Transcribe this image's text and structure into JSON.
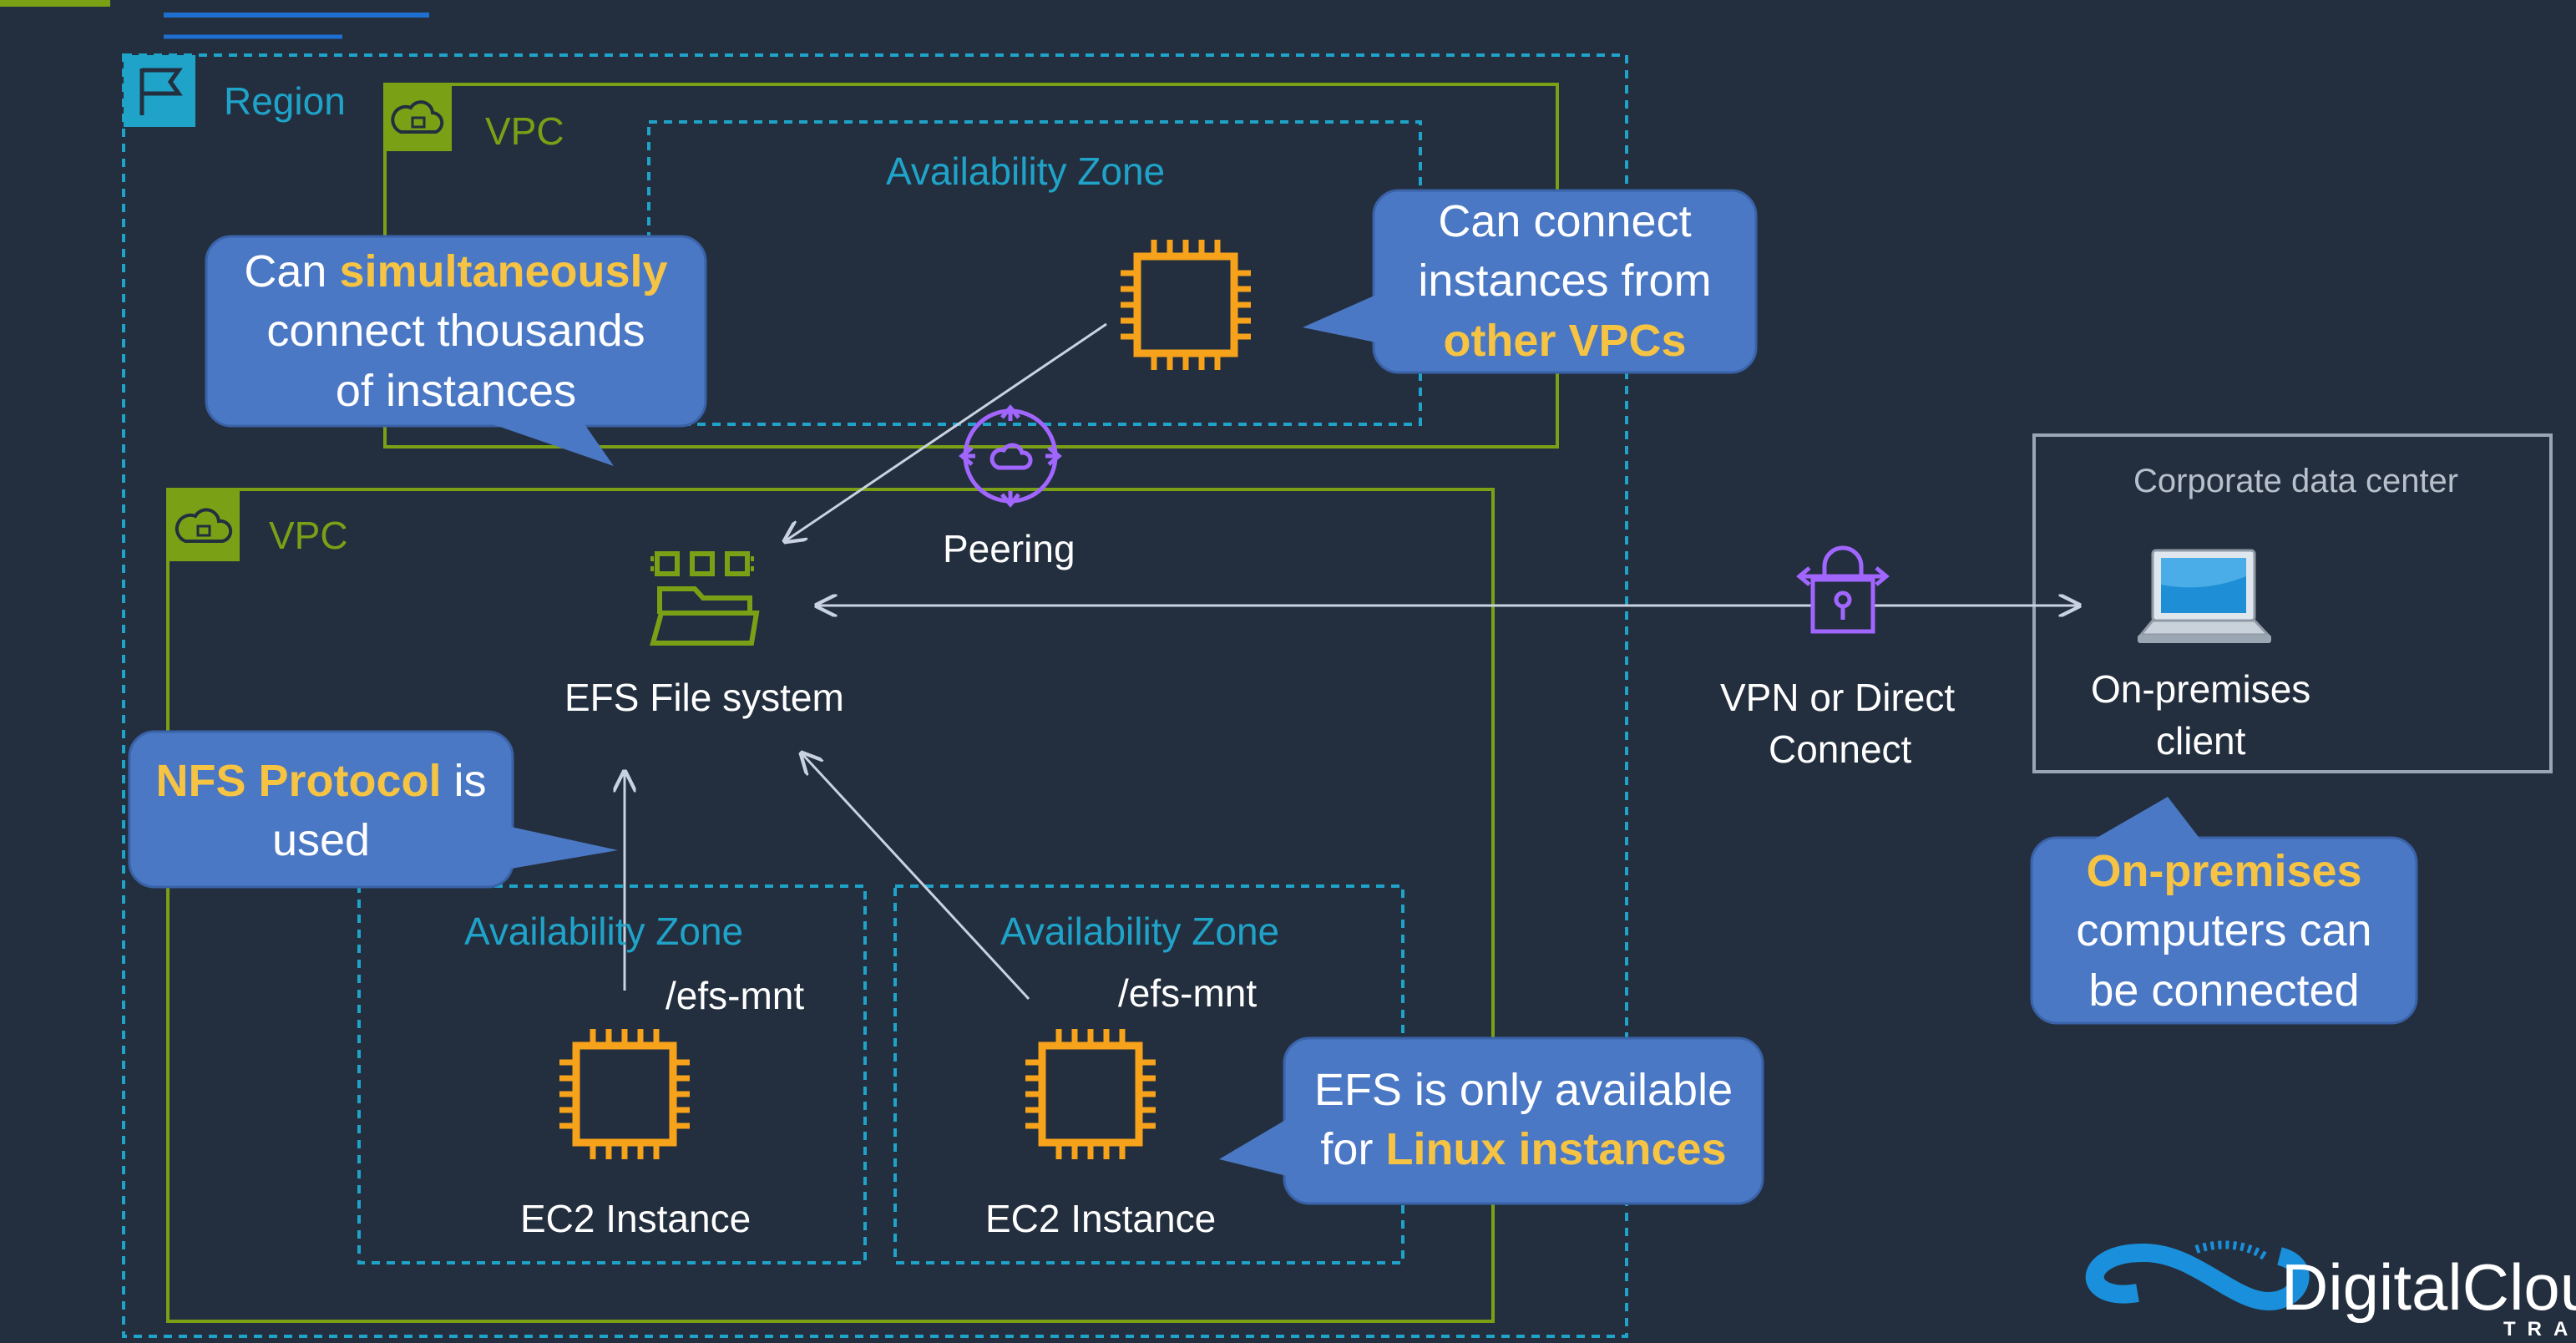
{
  "labels": {
    "region": "Region",
    "vpc_top": "VPC",
    "vpc_bottom": "VPC",
    "az_top": "Availability Zone",
    "az_left": "Availability Zone",
    "az_right": "Availability Zone",
    "peering": "Peering",
    "efs": "EFS File system",
    "mnt_left": "/efs-mnt",
    "mnt_right": "/efs-mnt",
    "ec2_left": "EC2 Instance",
    "ec2_right": "EC2 Instance",
    "vpn_line1": "VPN or Direct",
    "vpn_line2": "Connect",
    "corp_dc": "Corporate data center",
    "client_line1": "On-premises",
    "client_line2": "client"
  },
  "callouts": {
    "thousands": {
      "pre": "Can ",
      "hl": "simultaneously",
      "line2": "connect thousands",
      "line3": "of instances"
    },
    "vpcs": {
      "line1": "Can connect",
      "line2": "instances from",
      "hl": "other VPCs"
    },
    "nfs": {
      "hl": "NFS Protocol",
      "post": " is",
      "line2": "used"
    },
    "onprem": {
      "hl": "On-premises",
      "line2": "computers can",
      "line3": "be connected"
    },
    "linux": {
      "line1": "EFS is only available",
      "pre": "for ",
      "hl": "Linux instances"
    }
  },
  "logo": {
    "text": "DigitalClou",
    "sub": "TRAINI"
  },
  "colors": {
    "background": "#232f3e",
    "region": "#1fa3c9",
    "vpc": "#7aa116",
    "compute": "#f7a21b",
    "networking": "#a166ff",
    "callout": "#4a78c4",
    "highlight": "#f6c343"
  },
  "icons": [
    "region-flag-icon",
    "vpc-cloud-icon",
    "ec2-chip-icon",
    "efs-folder-icon",
    "peering-icon",
    "vpn-lock-icon",
    "laptop-icon"
  ]
}
